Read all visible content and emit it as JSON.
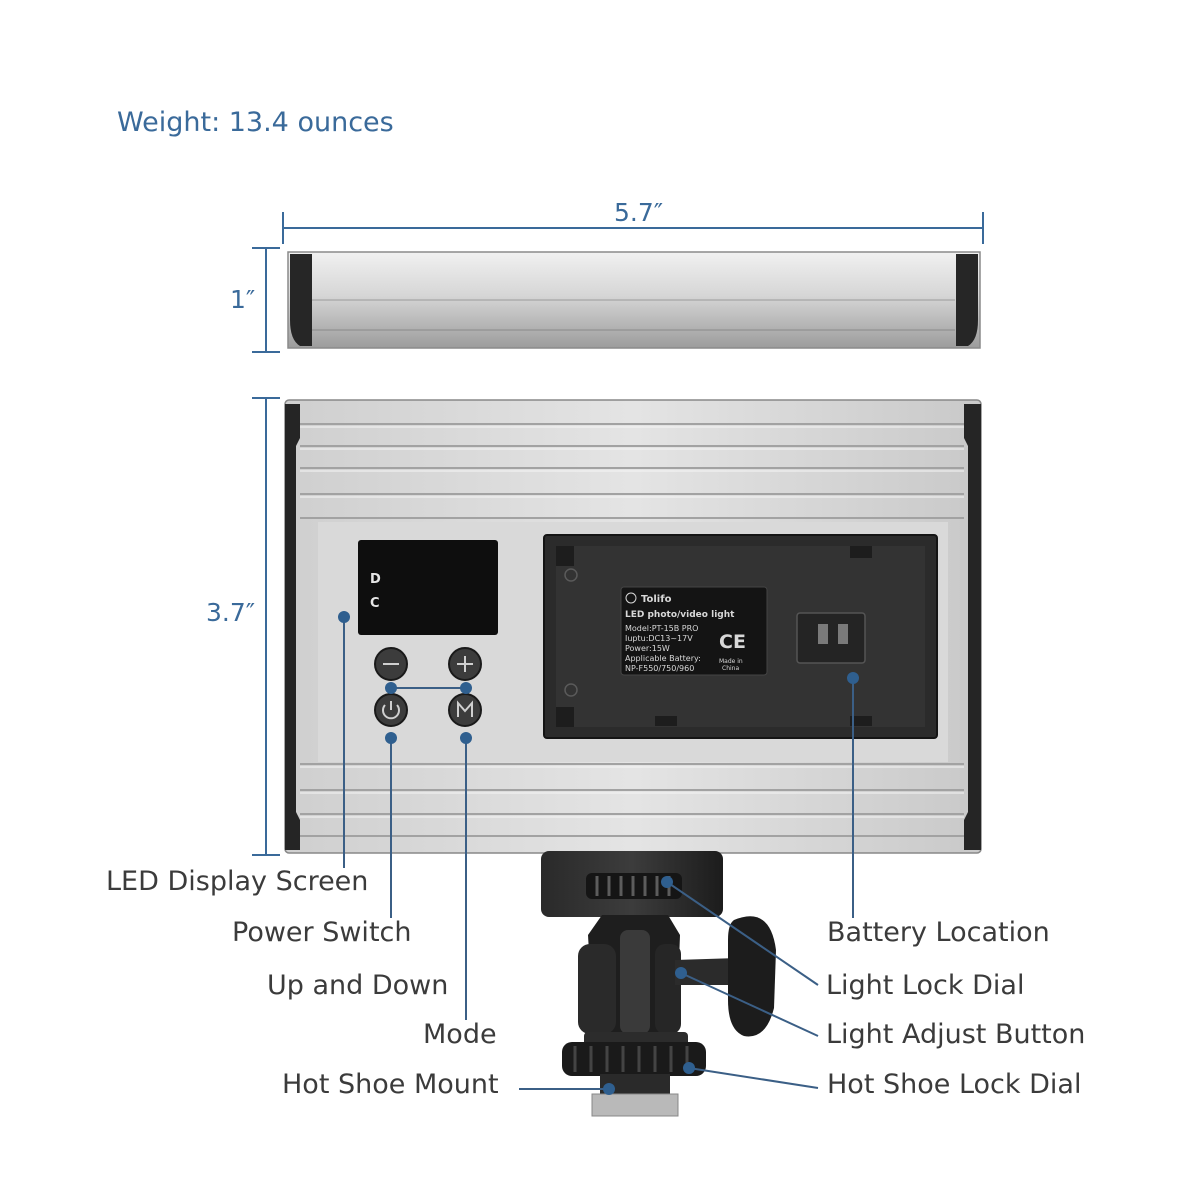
{
  "weight_label": "Weight: 13.4 ounces",
  "dimensions": {
    "width": "5.7″",
    "thickness": "1″",
    "height": "3.7″"
  },
  "display": {
    "letter_top": "D",
    "letter_bottom": "C"
  },
  "device_label": {
    "brand": "Tolifo",
    "product": "LED photo/video light",
    "model": "Model:PT-15B PRO",
    "input": "Iuptu:DC13~17V",
    "power": "Power:15W",
    "battery": "Applicable Battery:",
    "battery_models": "NP-F550/750/960",
    "ce_mark": "CE",
    "made_in_1": "Made in",
    "made_in_2": "China"
  },
  "callouts": {
    "led_display": "LED Display Screen",
    "power_switch": "Power Switch",
    "up_down": "Up and Down",
    "mode": "Mode",
    "hot_shoe_mount": "Hot Shoe Mount",
    "battery_location": "Battery Location",
    "light_lock_dial": "Light Lock Dial",
    "light_adjust_button": "Light Adjust Button",
    "hot_shoe_lock_dial": "Hot Shoe Lock Dial"
  },
  "colors": {
    "accent": "#3a6a9a",
    "callout_text": "#3b3b3b",
    "body_silver": "#d4d4d4",
    "end_cap": "#222222"
  }
}
